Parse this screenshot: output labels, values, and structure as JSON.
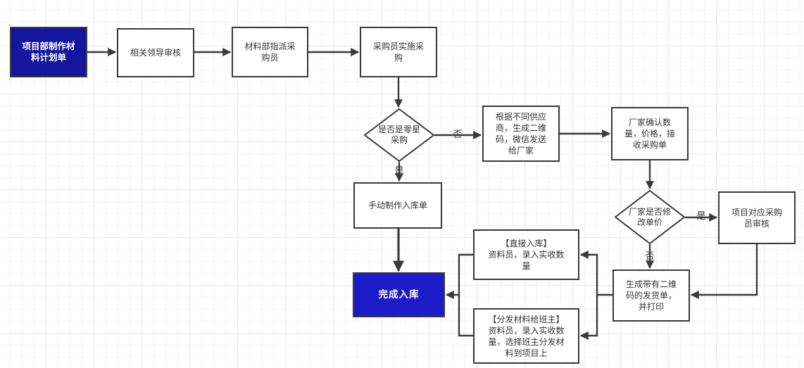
{
  "nodes": {
    "plan": {
      "label": "项目部制作材料计划单"
    },
    "leader_review": {
      "label": "相关领导审核"
    },
    "assign_purchaser": {
      "label": "材料部指派采购员"
    },
    "purchaser_execute": {
      "label": "采购员实施采购"
    },
    "decision_sporadic": {
      "label": "是否是零星采购"
    },
    "qr_wechat": {
      "label": "根据不同供应商，生成二维码，微信发送给厂家"
    },
    "vendor_confirm": {
      "label": "厂家确认数量，价格，接收采购单"
    },
    "decision_modify_price": {
      "label": "厂家是否修改单价"
    },
    "purchaser_audit": {
      "label": "项目对应采购员审核"
    },
    "shipping_order": {
      "label": "生成带有二维码的发货单，并打印"
    },
    "direct_entry": {
      "label": "【直接入库】\n资料员，录入实收数量"
    },
    "distribute_foreman": {
      "label": "【分发材料给班主】\n资料员，录入实收数量，选择班主分发材料到项目上"
    },
    "manual_entry_order": {
      "label": "手动制作入库单"
    },
    "complete_entry": {
      "label": "完成入库"
    }
  },
  "edge_labels": {
    "sporadic_no": "否",
    "sporadic_yes": "是",
    "modify_yes": "是",
    "modify_no": "否"
  },
  "colors": {
    "background": "#ffffff",
    "grid_minor": "#f4f4f4",
    "grid_major": "#e8e8e8",
    "node_fill": "#ffffff",
    "node_border": "#3a3a3a",
    "edge": "#3a3a3a",
    "text": "#333333",
    "accent_plan_fill": "#15159f",
    "accent_done_fill": "#1b1bc8",
    "accent_text": "#ffffff"
  }
}
